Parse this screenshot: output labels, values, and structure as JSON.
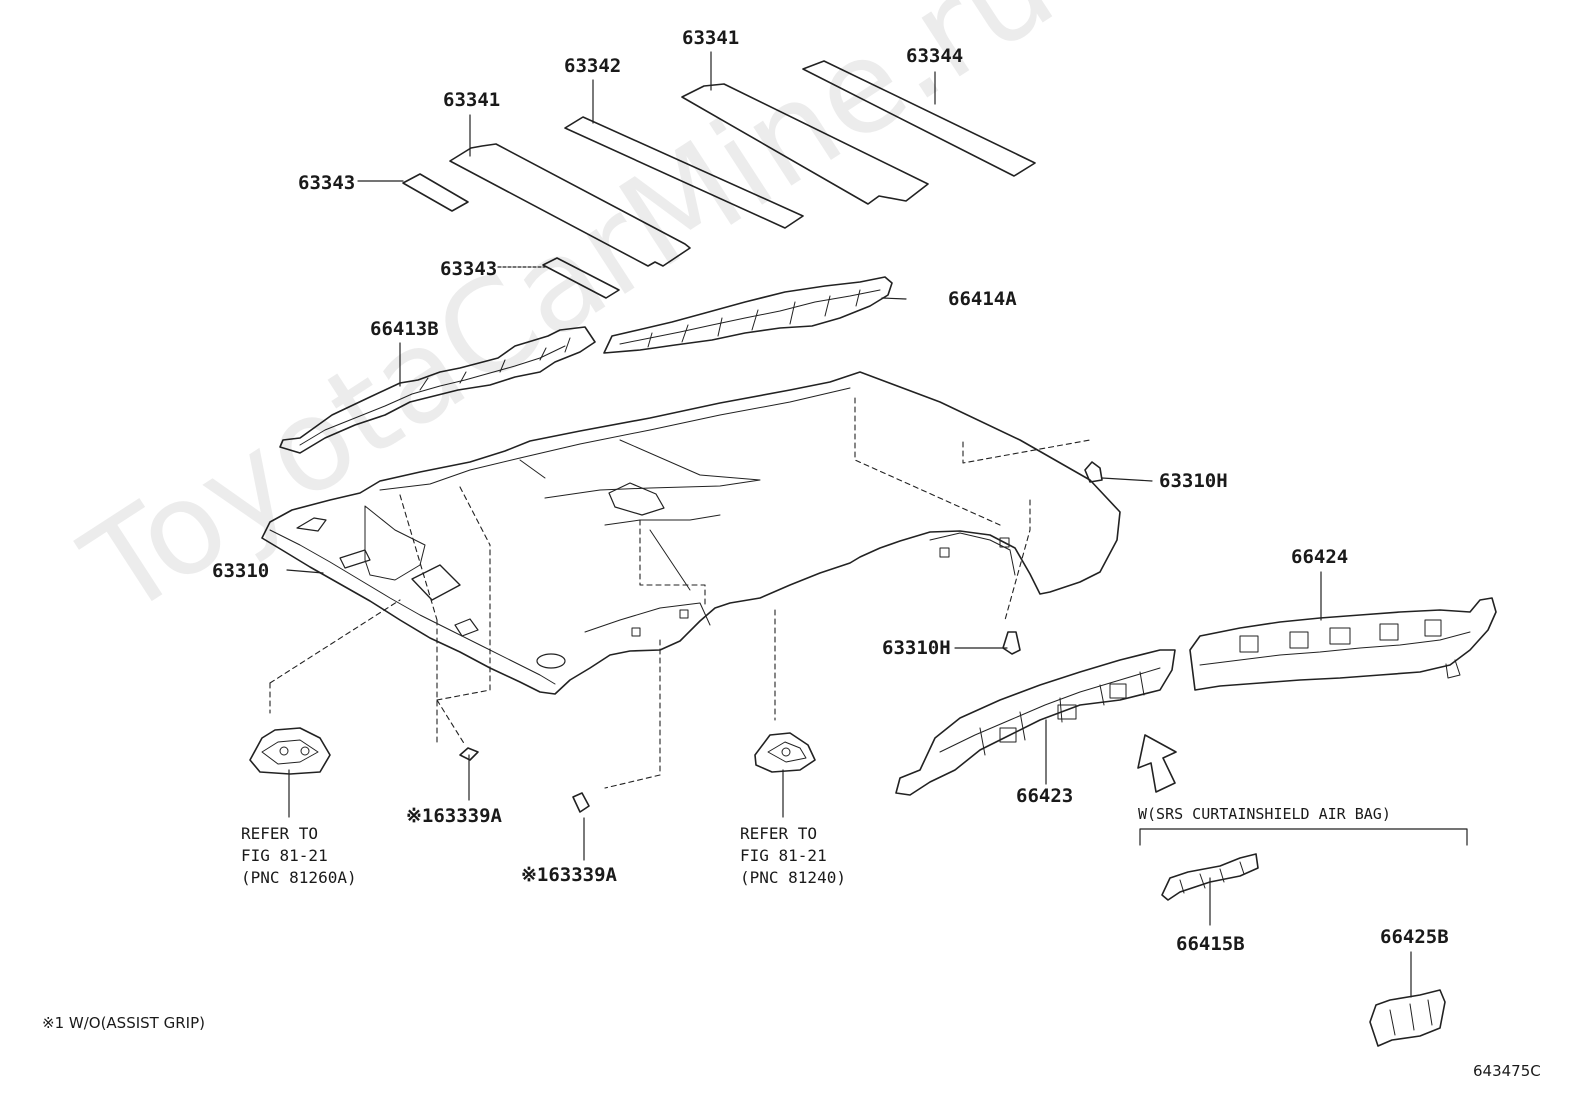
{
  "labels": {
    "p63341_a": "63341",
    "p63342": "63342",
    "p63341_b": "63341",
    "p63344": "63344",
    "p63343_a": "63343",
    "p63343_b": "63343",
    "p66414a": "66414A",
    "p66413b": "66413B",
    "p63310h_a": "63310H",
    "p63310": "63310",
    "p66424": "66424",
    "p63310h_b": "63310H",
    "p66423": "66423",
    "p63339a_a": "※163339A",
    "p63339a_b": "※163339A",
    "p66415b": "66415B",
    "p66425b": "66425B"
  },
  "refs": {
    "left_line1": "REFER TO",
    "left_line2": "FIG 81-21",
    "left_line3": "(PNC 81260A)",
    "right_line1": "REFER TO",
    "right_line2": "FIG 81-21",
    "right_line3": "(PNC 81240)"
  },
  "notes": {
    "airbag": "W(SRS CURTAINSHIELD AIR BAG)",
    "footnote": "※1 W/O(ASSIST GRIP)",
    "figure_code": "643475C"
  },
  "watermark": "ToyotaCarMine.ru",
  "colors": {
    "line": "#222222",
    "background": "#ffffff"
  }
}
